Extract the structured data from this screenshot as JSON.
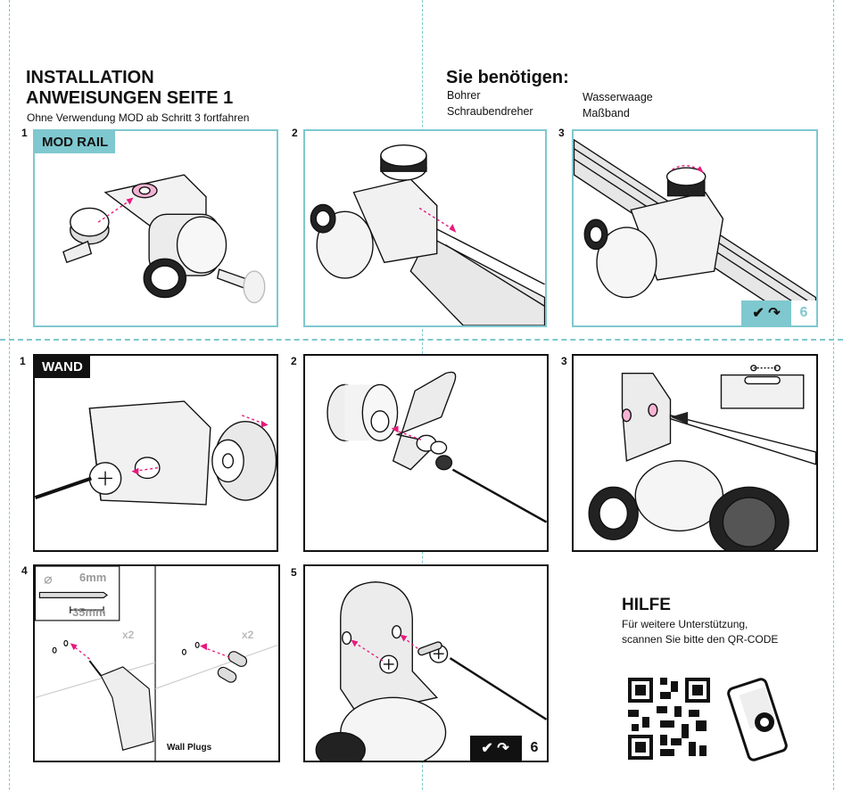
{
  "header": {
    "title_line1": "INSTALLATION",
    "title_line2": "ANWEISUNGEN SEITE 1",
    "subtitle": "Ohne Verwendung MOD ab Schritt 3 fortfahren"
  },
  "requirements": {
    "title": "Sie benötigen:",
    "col1": [
      "Bohrer",
      "Schraubendreher"
    ],
    "col2": [
      "Wasserwaage",
      "Maßband"
    ]
  },
  "mod_rail": {
    "label": "MOD RAIL",
    "steps": [
      "1",
      "2",
      "3"
    ],
    "goto": "6"
  },
  "wand": {
    "label": "WAND",
    "steps": [
      "1",
      "2",
      "3",
      "4",
      "5"
    ],
    "drill_size": "6mm",
    "drill_depth": "35mm",
    "quantity": "x2",
    "wall_plugs": "Wall Plugs",
    "goto": "6"
  },
  "help": {
    "title": "HILFE",
    "line1": "Für weitere Unterstützung,",
    "line2": "scannen Sie bitte den QR-CODE"
  },
  "colors": {
    "accent": "#7fc8cf",
    "arrow": "#e6197c",
    "ink": "#111111"
  }
}
